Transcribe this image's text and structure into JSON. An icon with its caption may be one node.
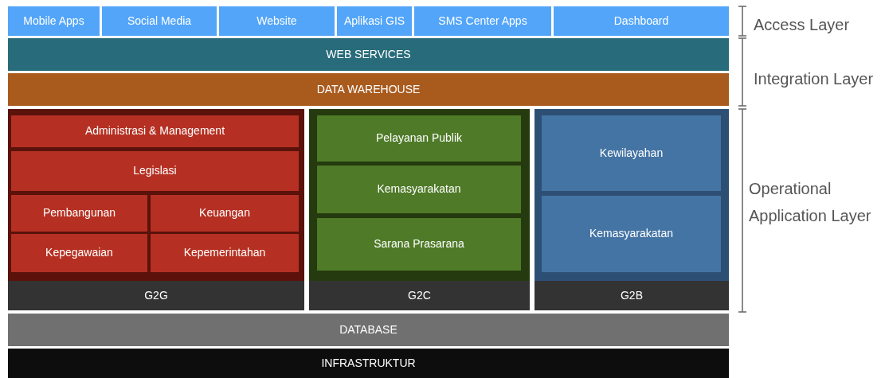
{
  "diagram": {
    "nodes": [
      {
        "text": [
          "Mobile Apps"
        ]
      },
      {
        "text": [
          "Social Media"
        ]
      },
      {
        "text": [
          "Website"
        ]
      },
      {
        "text": [
          "Aplikasi GIS"
        ]
      },
      {
        "text": [
          "SMS Center Apps"
        ]
      },
      {
        "text": [
          "Dashboard"
        ]
      },
      {
        "text": [
          "WEB SERVICES"
        ]
      },
      {
        "text": [
          "DATA WAREHOUSE"
        ]
      },
      {
        "text": [
          "G2G"
        ]
      },
      {
        "text": [
          "Administrasi & Management"
        ],
        "in": 8
      },
      {
        "text": [
          "Legislasi"
        ],
        "in": 8
      },
      {
        "text": [
          "Pembangunan"
        ],
        "in": 8
      },
      {
        "text": [
          "Keuangan"
        ],
        "in": 8
      },
      {
        "text": [
          "Kepegawaian"
        ],
        "in": 8
      },
      {
        "text": [
          "Kepemerintahan"
        ],
        "in": 8
      },
      {
        "text": [
          "G2C"
        ]
      },
      {
        "text": [
          "Pelayanan Publik"
        ],
        "in": 15
      },
      {
        "text": [
          "Kemasyarakatan"
        ],
        "in": 15
      },
      {
        "text": [
          "Sarana Prasarana"
        ],
        "in": 15
      },
      {
        "text": [
          "G2B"
        ]
      },
      {
        "text": [
          "Kewilayahan"
        ],
        "in": 19
      },
      {
        "text": [
          "Kemasyarakatan"
        ],
        "in": 19
      },
      {
        "text": [
          "DATABASE"
        ]
      },
      {
        "text": [
          "INFRASTRUKTUR"
        ]
      }
    ],
    "labels": [
      "Access Layer",
      "Integration Layer",
      "Operational Application Layer"
    ]
  }
}
